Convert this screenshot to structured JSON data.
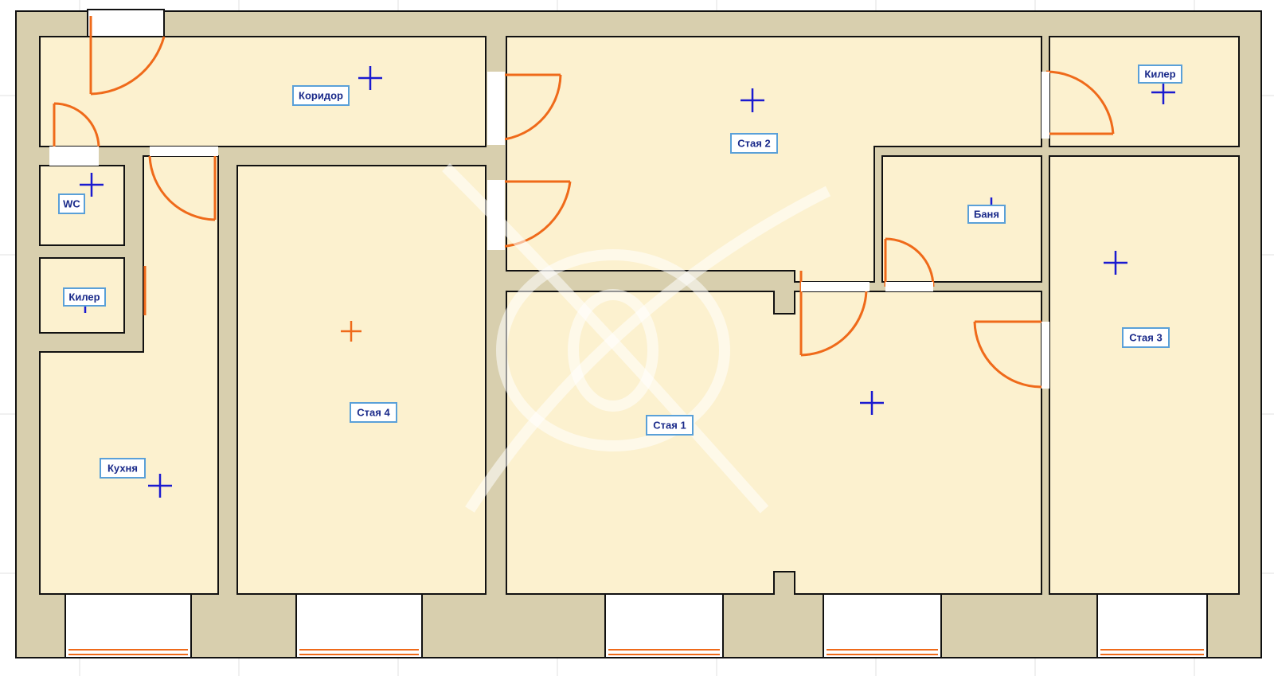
{
  "colors": {
    "wall": "#d8cfae",
    "floor": "#fcf1cf",
    "outline": "#111111",
    "door": "#ef6a1a",
    "window": "#ffffff",
    "marker": "#1a1ad0",
    "label_border": "#5aa0d8",
    "label_text": "#1a2a8a"
  },
  "rooms": {
    "corridor": "Коридор",
    "room2": "Стая 2",
    "closet_top_right": "Килер",
    "wc": "WC",
    "closet_left": "Килер",
    "bathroom": "Баня",
    "room4": "Стая 4",
    "room1": "Стая 1",
    "room3": "Стая 3",
    "kitchen": "Кухня"
  },
  "icons": {
    "room_marker": "crosshair-icon",
    "door": "door-swing-icon",
    "window": "window-icon",
    "watermark": "quill-logo-watermark"
  }
}
